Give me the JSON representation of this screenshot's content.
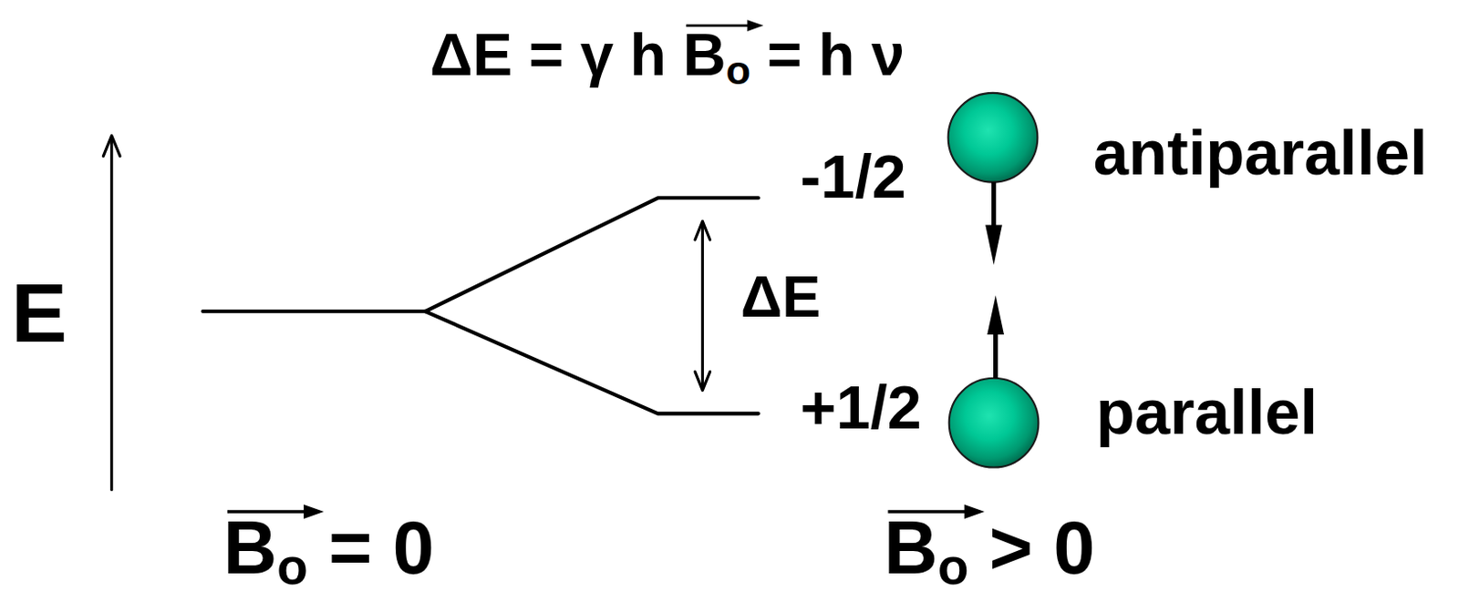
{
  "diagram": {
    "labels": [
      "ΔE = γ h Bo = h ν",
      "E",
      "-1/2",
      "ΔE",
      "+1/2",
      "antiparallel",
      "parallel",
      "Bo = 0",
      "Bo > 0"
    ]
  }
}
